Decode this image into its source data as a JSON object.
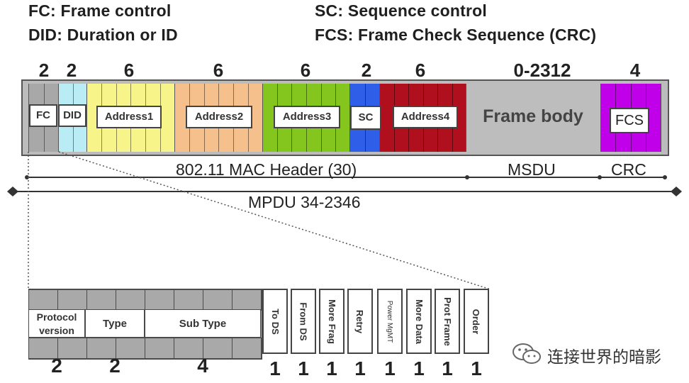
{
  "legend": {
    "fc": "FC: Frame control",
    "did": "DID: Duration or ID",
    "sc": "SC: Sequence control",
    "fcs": "FCS: Frame Check Sequence (CRC)"
  },
  "frame": {
    "bytes": [
      "2",
      "2",
      "6",
      "6",
      "6",
      "2",
      "6",
      "0-2312",
      "4"
    ],
    "fields": [
      {
        "label": "FC",
        "color": "#a8a8a8"
      },
      {
        "label": "DID",
        "color": "#b9ecf4"
      },
      {
        "label": "Address1",
        "color": "#f7f58a"
      },
      {
        "label": "Address2",
        "color": "#f6c08c"
      },
      {
        "label": "Address3",
        "color": "#84c61e"
      },
      {
        "label": "SC",
        "color": "#2f5ee8"
      },
      {
        "label": "Address4",
        "color": "#b0101e"
      },
      {
        "label": "Frame body",
        "color": "#bdbdbd"
      },
      {
        "label": "FCS",
        "color": "#c000e8"
      }
    ],
    "header_label": "802.11 MAC Header (30)",
    "msdu_label": "MSDU",
    "crc_label": "CRC",
    "mpdu_label": "MPDU 34-2346"
  },
  "fc_detail": {
    "protocol_version": "Protocol version",
    "type": "Type",
    "sub_type": "Sub Type",
    "bits": [
      "2",
      "2",
      "4"
    ],
    "flags": [
      "To DS",
      "From DS",
      "More Frag",
      "Retry",
      "Power MgMT",
      "More Data",
      "Prot Frame",
      "Order"
    ],
    "flag_bits": [
      "1",
      "1",
      "1",
      "1",
      "1",
      "1",
      "1",
      "1"
    ]
  },
  "watermark": "连接世界的暗影"
}
